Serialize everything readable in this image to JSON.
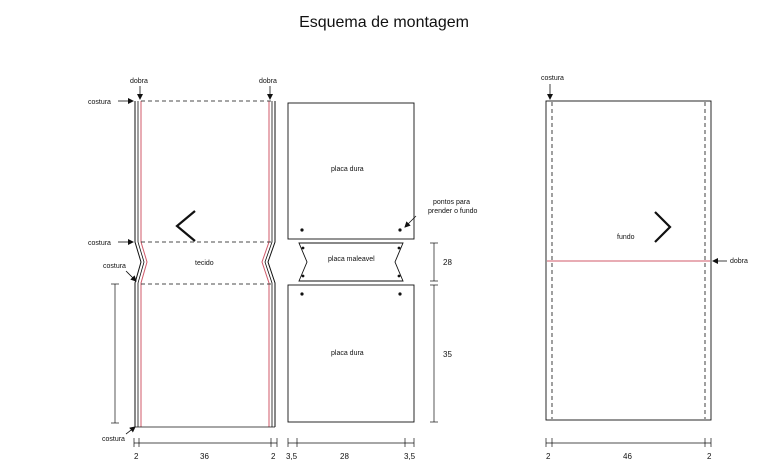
{
  "title": "Esquema de montagem",
  "labels": {
    "dobra": "dobra",
    "costura": "costura",
    "tecido": "tecido",
    "placa_dura": "placa dura",
    "placa_maleavel": "placa maleavel",
    "pontos_para": "pontos para",
    "prender_o_fundo": "prender o fundo",
    "fundo": "fundo"
  },
  "dimensions": {
    "fabric_margin_left": "2",
    "fabric_width": "36",
    "fabric_margin_right": "2",
    "board_margin_left": "3,5",
    "board_width": "28",
    "board_margin_right": "3,5",
    "flex_height": "28",
    "hard_height": "35",
    "base_margin_left": "2",
    "base_width": "46",
    "base_margin_right": "2"
  },
  "colors": {
    "line": "#111111",
    "seam_red": "#d05a6a"
  },
  "icons": [
    "chevron-left-icon",
    "chevron-right-icon"
  ]
}
